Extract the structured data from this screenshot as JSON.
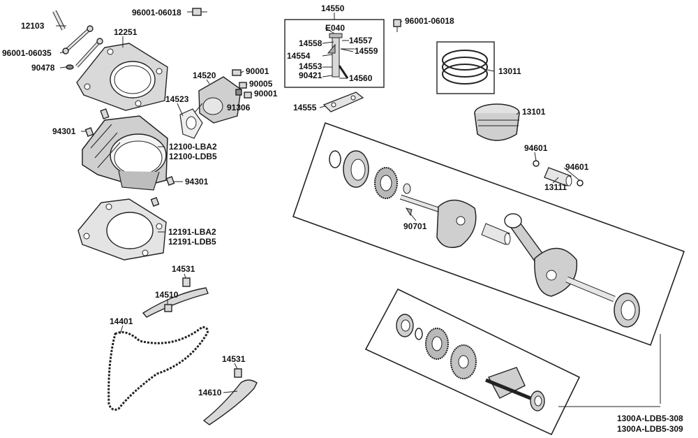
{
  "labels": {
    "bolt_12103": "12103",
    "bolt_96001_06018_left": "96001-06018",
    "bolt_96001_06035": "96001-06035",
    "washer_90478": "90478",
    "gasket_12251": "12251",
    "pin_94301_top": "94301",
    "cylinder_12100_lba2": "12100-LBA2",
    "cylinder_12100_ldb5": "12100-LDB5",
    "pin_94301_bottom": "94301",
    "gasket_12191_lba2": "12191-LBA2",
    "gasket_12191_ldb5": "12191-LDB5",
    "bolt_14531_upper": "14531",
    "guide_14510": "14510",
    "chain_14401": "14401",
    "bolt_14531_lower": "14531",
    "tensioner_14610": "14610",
    "tensioner_body_14520": "14520",
    "gasket_14523": "14523",
    "bolt_90001_a": "90001",
    "washer_90005": "90005",
    "bolt_90001_b": "90001",
    "washer_91306": "91306",
    "assy_14550": "14550",
    "code_e040": "E040",
    "part_14558": "14558",
    "part_14557": "14557",
    "part_14554": "14554",
    "part_14559": "14559",
    "part_14553": "14553",
    "part_90421": "90421",
    "part_14560": "14560",
    "gasket_14555": "14555",
    "bolt_96001_06018_right": "96001-06018",
    "rings_13011": "13011",
    "piston_13101": "13101",
    "clip_94601_a": "94601",
    "clip_94601_b": "94601",
    "pin_13111": "13111",
    "key_90701": "90701",
    "crank_assy_308": "1300A-LDB5-308",
    "crank_assy_309": "1300A-LDB5-309"
  }
}
